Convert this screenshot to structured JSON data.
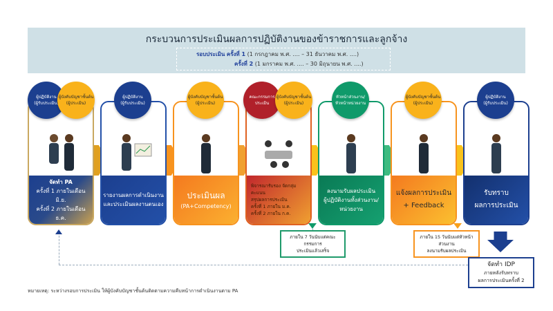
{
  "header": {
    "title": "กระบวนการประเมินผลการปฏิบัติงานของข้าราชการและลูกจ้าง",
    "round_label": "รอบประเมิน",
    "round1_label": "ครั้งที่ 1",
    "round1_dates": "(1 กรกฎาคม พ.ศ. .... – 31 ธันวาคม พ.ศ. ....)",
    "round2_label": "ครั้งที่ 2",
    "round2_dates": "(1 มกราคม พ.ศ. .... – 30 มิถุนายน พ.ศ. ....)"
  },
  "badges": {
    "employee": [
      "ผู้ปฏิบัติงาน",
      "(ผู้รับประเมิน)"
    ],
    "supervisor": [
      "ผู้บังคับบัญชาชั้นต้น",
      "(ผู้ประเมิน)"
    ],
    "committee": [
      "คณะกรรมการ",
      "ประเมิน"
    ],
    "head": [
      "หัวหน้าส่วนงาน/",
      "หัวหน้าหน่วยงาน"
    ]
  },
  "steps": [
    {
      "lines": [
        "จัดทำ PA",
        "ครั้งที่ 1 ภายในเดือน มิ.ย.",
        "ครั้งที่ 2 ภายในเดือน ธ.ค."
      ]
    },
    {
      "lines": [
        "รายงานผลการดำเนินงาน",
        "และประเมินผลงานตนเอง"
      ]
    },
    {
      "lines": [
        "ประเมินผล",
        "(PA+Competency)"
      ]
    },
    {
      "lines": [
        "พิจารณารับรอง",
        "จัดกลุ่มคะแนน",
        "สรุปผลการประเมิน",
        "ครั้งที่ 1 ภายใน ม.ค.",
        "ครั้งที่ 2 ภายใน ก.ค."
      ]
    },
    {
      "lines": [
        "ลงนามรับผลประเมิน",
        "ผู้ปฏิบัติงานทั้งส่วนงาน/",
        "หน่วยงาน"
      ]
    },
    {
      "lines": [
        "แจ้งผลการประเมิน",
        "+ Feedback"
      ]
    },
    {
      "lines": [
        "รับทราบ",
        "ผลการประเมิน"
      ]
    }
  ],
  "notes": {
    "committee_deadline": [
      "ภายใน 7 วันนับแต่คณะกรรมการ",
      "ประเมินแล้วเสร็จ"
    ],
    "feedback_deadline": [
      "ภายใน 15 วันนับแต่หัวหน้าส่วนงาน",
      "ลงนามรับผลประเมิน"
    ],
    "idp": [
      "จัดทำ IDP",
      "ภายหลังรับทราบ",
      "ผลการประเมินครั้งที่ 2"
    ]
  },
  "footnote": "หมายเหตุ: ระหว่างรอบการประเมิน ให้ผู้บังคับบัญชาชั้นต้นติดตามความคืบหน้าการดำเนินงานตาม PA",
  "colors": {
    "navy": "#1c3f8f",
    "blue": "#2350a8",
    "orange": "#f7931e",
    "red": "#c1272d",
    "green": "#0f9a6a",
    "yellow": "#f9c21b"
  }
}
